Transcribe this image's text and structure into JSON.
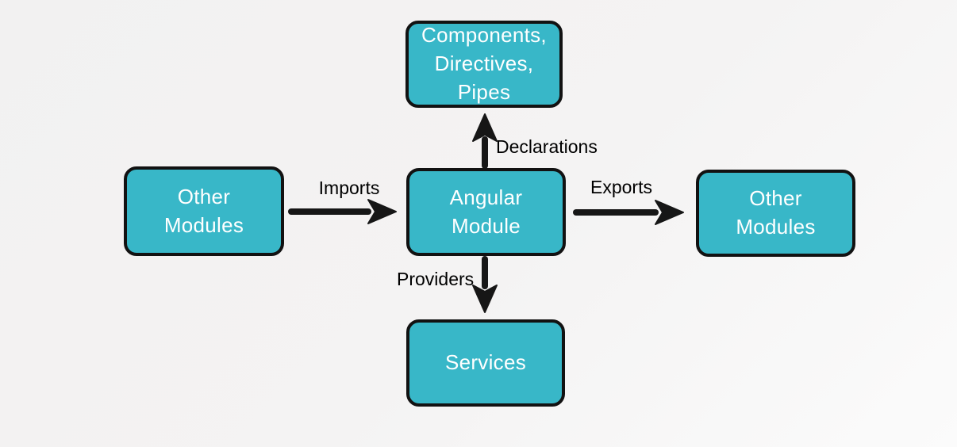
{
  "diagram": {
    "title": "Angular Module architecture diagram",
    "nodes": {
      "components": {
        "label": "Components,\nDirectives,\nPipes"
      },
      "angular_module": {
        "label": "Angular\nModule"
      },
      "other_modules_left": {
        "label": "Other\nModules"
      },
      "other_modules_right": {
        "label": "Other\nModules"
      },
      "services": {
        "label": "Services"
      }
    },
    "edges": {
      "imports": {
        "label": "Imports",
        "from": "other_modules_left",
        "to": "angular_module"
      },
      "exports": {
        "label": "Exports",
        "from": "angular_module",
        "to": "other_modules_right"
      },
      "declarations": {
        "label": "Declarations",
        "from": "angular_module",
        "to": "components"
      },
      "providers": {
        "label": "Providers",
        "from": "angular_module",
        "to": "services"
      }
    },
    "colors": {
      "node_fill": "#38b7c8",
      "node_border": "#121212",
      "node_text": "#ffffff",
      "edge": "#161616",
      "label_text": "#000000",
      "background_start": "#f2f1f1",
      "background_end": "#fbfbfb"
    }
  }
}
